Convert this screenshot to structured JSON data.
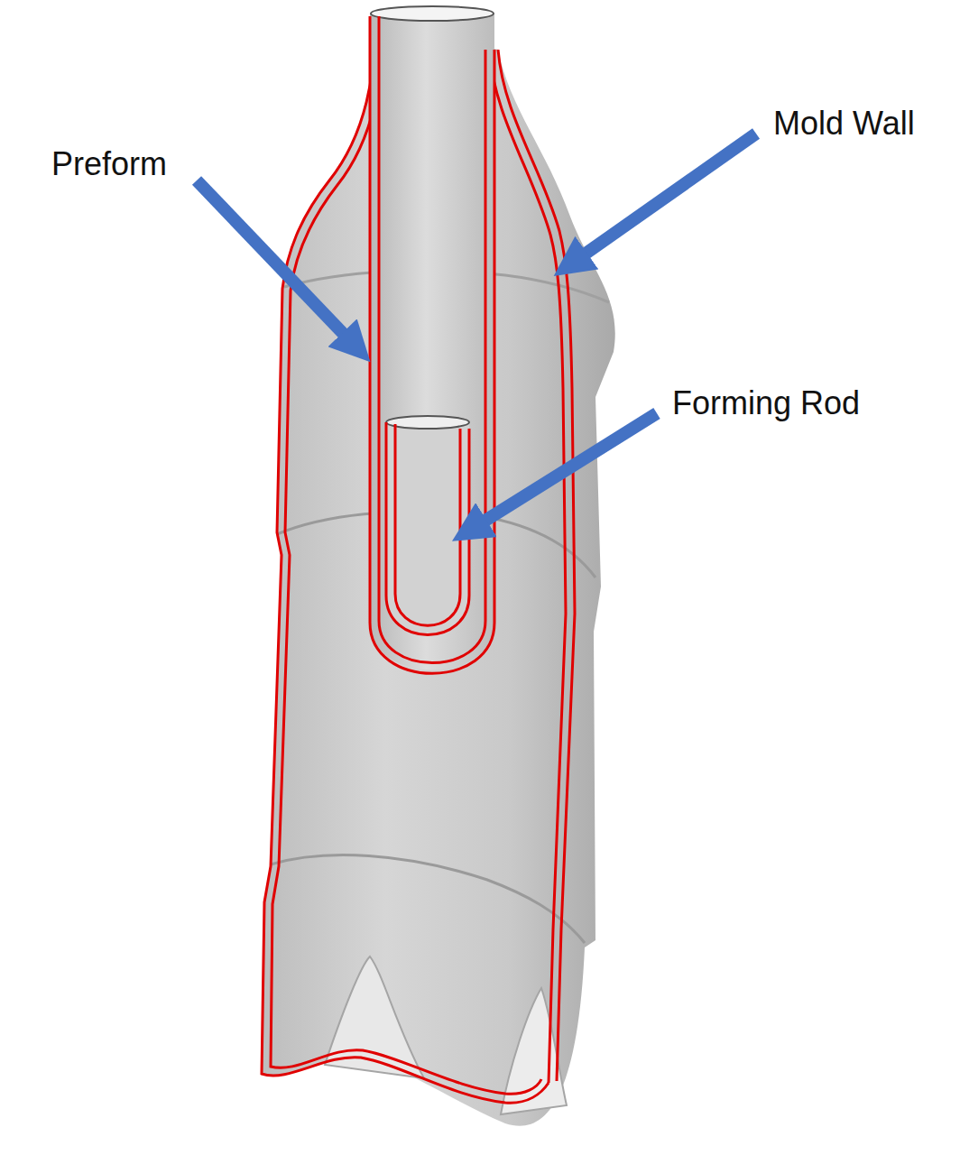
{
  "diagram": {
    "labels": [
      "Preform",
      "Mold Wall",
      "Forming Rod"
    ]
  }
}
